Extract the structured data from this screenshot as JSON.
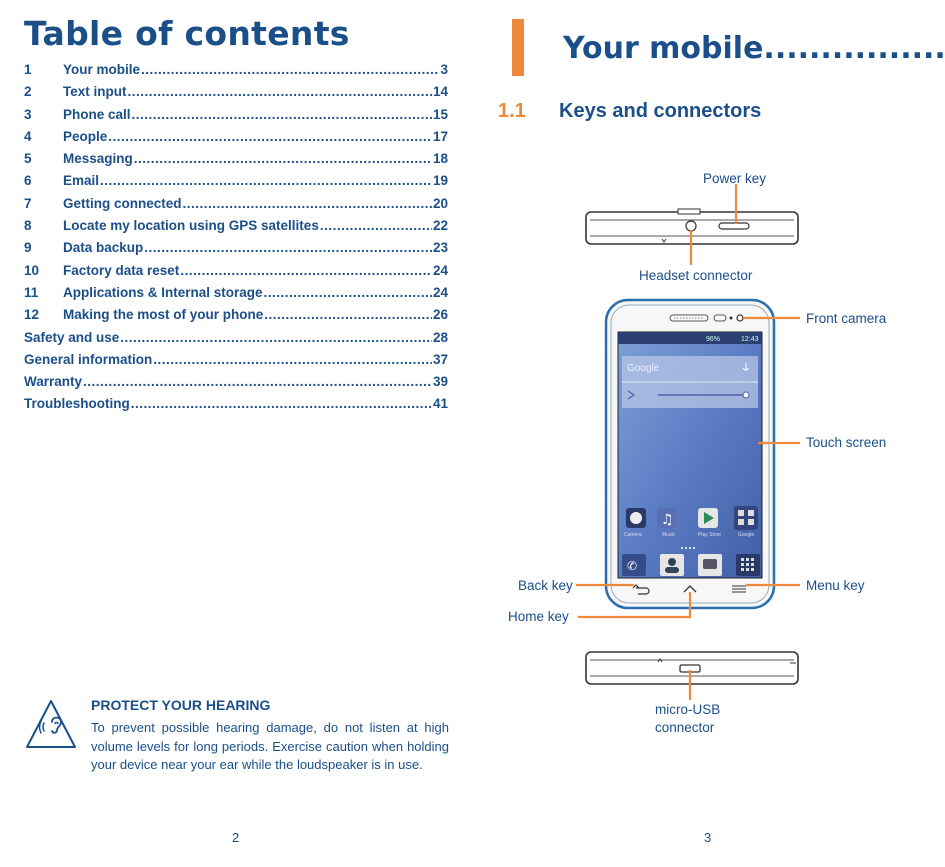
{
  "left_page": {
    "title": "Table of contents",
    "toc": [
      {
        "num": "1",
        "label": "Your mobile",
        "page": "3"
      },
      {
        "num": "2",
        "label": "Text input",
        "page": "14"
      },
      {
        "num": "3",
        "label": "Phone call",
        "page": "15"
      },
      {
        "num": "4",
        "label": "People",
        "page": "17"
      },
      {
        "num": "5",
        "label": "Messaging",
        "page": "18"
      },
      {
        "num": "6",
        "label": "Email",
        "page": "19"
      },
      {
        "num": "7",
        "label": "Getting connected",
        "page": "20"
      },
      {
        "num": "8",
        "label": "Locate my location using GPS satellites",
        "page": "22"
      },
      {
        "num": "9",
        "label": "Data backup",
        "page": "23"
      },
      {
        "num": "10",
        "label": "Factory data reset",
        "page": "24"
      },
      {
        "num": "11",
        "label": "Applications & Internal storage",
        "page": "24"
      },
      {
        "num": "12",
        "label": "Making the most of your phone",
        "page": "26"
      },
      {
        "num": "",
        "label": "Safety and use",
        "page": "28"
      },
      {
        "num": "",
        "label": "General information",
        "page": "37"
      },
      {
        "num": "",
        "label": "Warranty",
        "page": "39"
      },
      {
        "num": "",
        "label": "Troubleshooting",
        "page": "41"
      }
    ],
    "hearing": {
      "title": "PROTECT YOUR HEARING",
      "text": "To prevent possible hearing damage, do not listen at high volume levels for long periods. Exercise caution when holding your device near your ear while the loudspeaker is in use."
    },
    "page_number": "2"
  },
  "right_page": {
    "chapter_title": "Your mobile..................",
    "section_number": "1.1",
    "section_title": "Keys and connectors",
    "labels": {
      "power_key": "Power key",
      "headset_connector": "Headset connector",
      "front_camera": "Front camera",
      "touch_screen": "Touch screen",
      "back_key": "Back key",
      "menu_key": "Menu key",
      "home_key": "Home key",
      "micro_usb_line1": "micro-USB",
      "micro_usb_line2": "connector"
    },
    "screen": {
      "status_battery": "96%",
      "status_time": "12:43",
      "search_brand": "Google",
      "apps": [
        "Camera",
        "Music",
        "Play Store",
        "Google"
      ]
    },
    "page_number": "3",
    "colors": {
      "accent": "#ef8a3c",
      "text": "#1b4f8a"
    }
  }
}
